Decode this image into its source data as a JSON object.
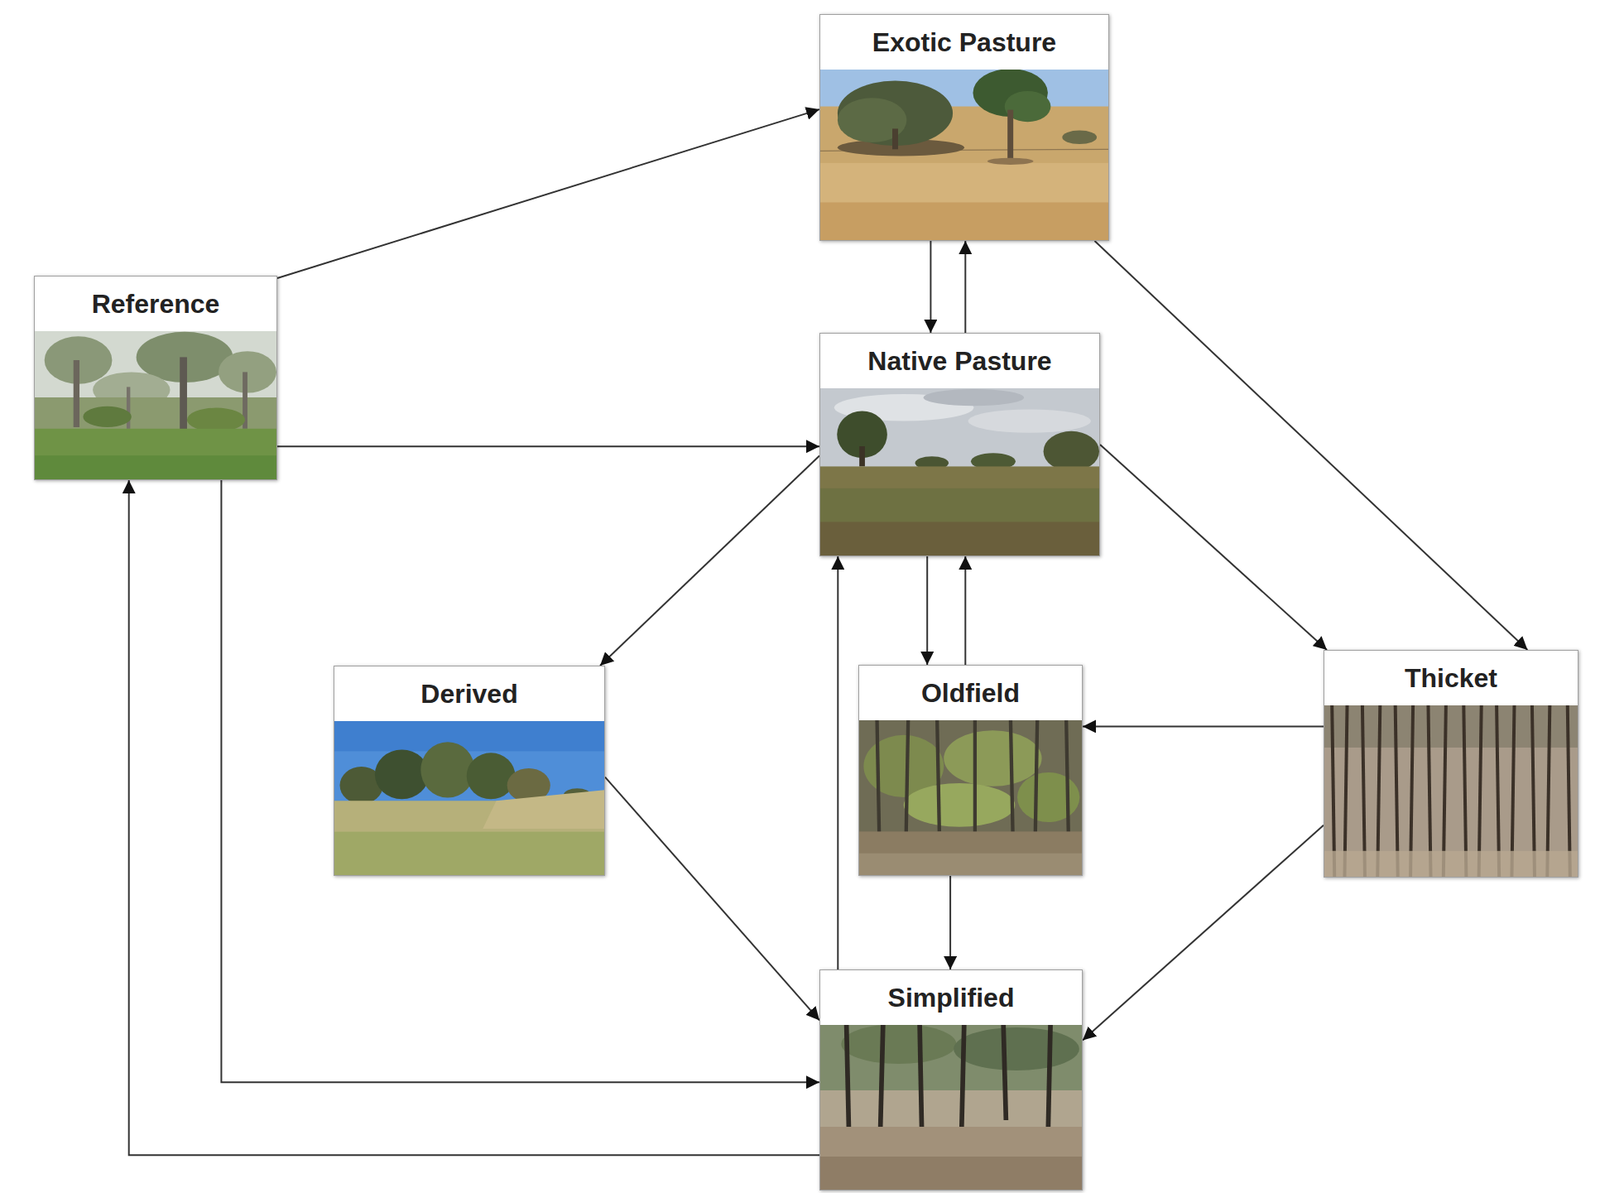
{
  "diagram": {
    "nodes": [
      {
        "text": [
          "Exotic Pasture"
        ]
      },
      {
        "text": [
          "Reference"
        ]
      },
      {
        "text": [
          "Native Pasture"
        ]
      },
      {
        "text": [
          "Derived"
        ]
      },
      {
        "text": [
          "Oldfield"
        ]
      },
      {
        "text": [
          "Thicket"
        ]
      },
      {
        "text": [
          "Simplified"
        ]
      }
    ],
    "edges": [
      {
        "from": 1,
        "to": 0,
        "arrow": "to"
      },
      {
        "from": 1,
        "to": 2,
        "arrow": "to"
      },
      {
        "from": 1,
        "to": 6,
        "arrow": "to"
      },
      {
        "from": 6,
        "to": 1,
        "arrow": "to"
      },
      {
        "from": 0,
        "to": 2,
        "arrow": "to"
      },
      {
        "from": 2,
        "to": 0,
        "arrow": "to"
      },
      {
        "from": 0,
        "to": 5,
        "arrow": "to"
      },
      {
        "from": 2,
        "to": 3,
        "arrow": "to"
      },
      {
        "from": 2,
        "to": 5,
        "arrow": "to"
      },
      {
        "from": 2,
        "to": 4,
        "arrow": "to"
      },
      {
        "from": 4,
        "to": 2,
        "arrow": "to"
      },
      {
        "from": 5,
        "to": 4,
        "arrow": "to"
      },
      {
        "from": 5,
        "to": 6,
        "arrow": "to"
      },
      {
        "from": 4,
        "to": 6,
        "arrow": "to"
      },
      {
        "from": 3,
        "to": 6,
        "arrow": "to"
      },
      {
        "from": 6,
        "to": 2,
        "arrow": "to"
      }
    ]
  }
}
